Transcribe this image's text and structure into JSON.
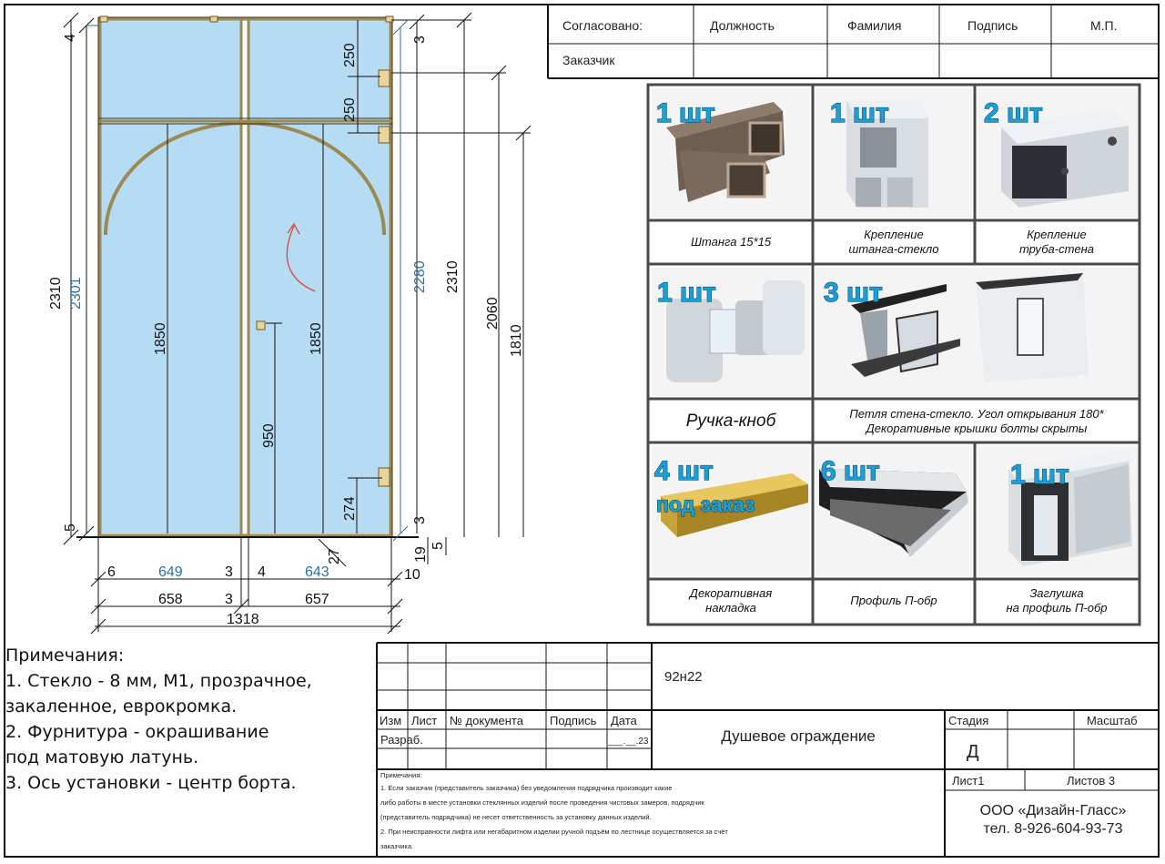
{
  "approval": {
    "agreed_label": "Согласовано:",
    "customer_label": "Заказчик",
    "col_position": "Должность",
    "col_surname": "Фамилия",
    "col_signature": "Подпись",
    "col_stamp": "М.П."
  },
  "drawing": {
    "dims": {
      "top_left_4": "4",
      "top_right_3": "3",
      "d250_a": "250",
      "d250_b": "250",
      "h2310_left": "2310",
      "h2301": "2301",
      "h1850_left": "1850",
      "h1850_right": "1850",
      "h950": "950",
      "h274": "274",
      "h2280": "2280",
      "h2310_right": "2310",
      "h2060": "2060",
      "h1810": "1810",
      "bottom_5_left": "5",
      "bottom_3_right": "3",
      "d27": "27",
      "d19": "19",
      "d5_right": "5",
      "w6": "6",
      "w649": "649",
      "w3_a": "3",
      "w4": "4",
      "w643": "643",
      "w10": "10",
      "w658": "658",
      "w3_b": "3",
      "w657": "657",
      "w1318": "1318"
    },
    "colors": {
      "glass": "#b6dcf3",
      "frame": "#9c8a55",
      "dim_blue": "#2a6fa8",
      "arrow": "#e0453a"
    }
  },
  "hardware": [
    {
      "qty": "1 шт",
      "label_lines": [
        "Штанга 15*15"
      ],
      "icon": "square-tube-icon"
    },
    {
      "qty": "1 шт",
      "label_lines": [
        "Крепление",
        "штанга-стекло"
      ],
      "icon": "rod-glass-clamp-icon"
    },
    {
      "qty": "2 шт",
      "label_lines": [
        "Крепление",
        "труба-стена"
      ],
      "icon": "tube-wall-bracket-icon"
    },
    {
      "qty": "1 шт",
      "label_lines": [
        "Ручка-кноб"
      ],
      "icon": "knob-handle-icon"
    },
    {
      "qty": "3 шт",
      "label_lines": [
        "Петля стена-стекло. Угол открывания 180*",
        "Декоративные крышки болты скрыты"
      ],
      "icon": "wall-glass-hinge-icon"
    },
    {
      "qty": "4 шт",
      "qty_note": "под заказ",
      "label_lines": [
        "Декоративная",
        "накладка"
      ],
      "icon": "brass-plate-icon"
    },
    {
      "qty": "6 шт",
      "label_lines": [
        "Профиль П-обр"
      ],
      "icon": "u-profile-icon"
    },
    {
      "qty": "1 шт",
      "label_lines": [
        "Заглушка",
        "на профиль П-обр"
      ],
      "icon": "profile-end-cap-icon"
    }
  ],
  "notes": {
    "title": "Примечания:",
    "lines": [
      "1. Стекло - 8 мм, М1, прозрачное,",
      "закаленное, еврокромка.",
      "2. Фурнитура - окрашивание",
      "под матовую латунь.",
      "3. Ось установки - центр борта."
    ]
  },
  "title_block": {
    "doc_code": "92н22",
    "headers": [
      "Изм",
      "Лист",
      "№ документа",
      "Подпись",
      "Дата"
    ],
    "developer_label": "Разраб.",
    "date_value": "___.__.23",
    "title": "Душевое ограждение",
    "stage_label": "Стадия",
    "stage_value": "Д",
    "scale_label": "Масштаб",
    "sheet_label": "Лист1",
    "sheets_label": "Листов 3",
    "company": "ООО «Дизайн-Гласс»",
    "phone": "тел. 8-926-604-93-73",
    "small_notes": [
      "Примечания:",
      "1. Если заказчик (представитель заказчика) без уведомления подрядчика производит какие",
      "либо работы в месте установки стеклянных изделий после проведения чистовых замеров, подрядчик",
      "(представитель подрядчика) не несет ответственность за установку данных изделий.",
      "2. При неисправности лифта или негабаритном изделии ручной подъём по лестнице осуществляется за счёт",
      "заказчика."
    ]
  }
}
